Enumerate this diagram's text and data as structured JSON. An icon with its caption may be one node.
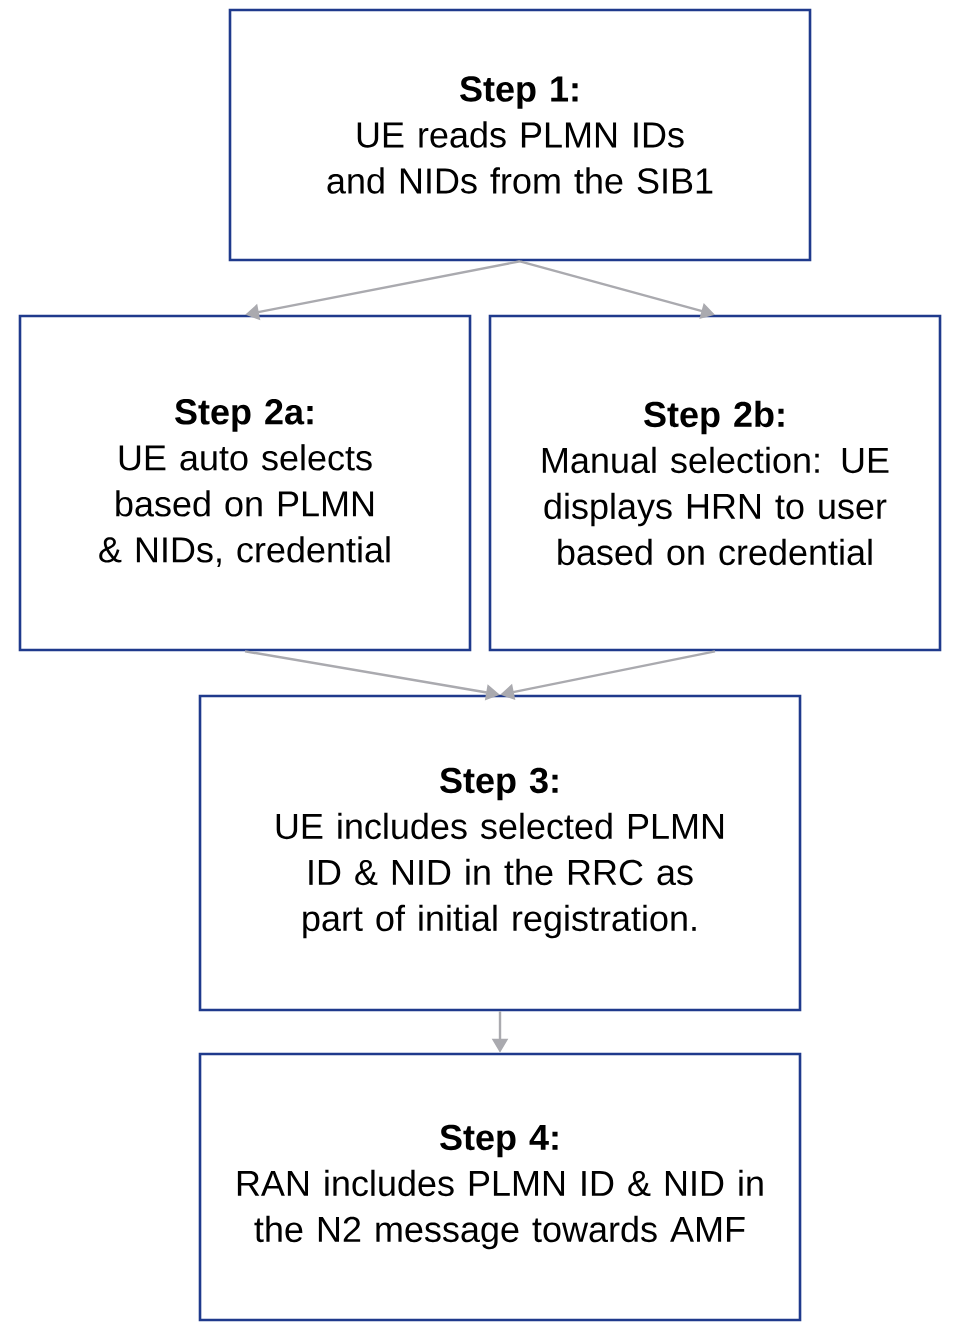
{
  "diagram": {
    "nodes": [
      {
        "text": [
          "Step 1:",
          "UE reads PLMN IDs and NIDs from the SIB1"
        ]
      },
      {
        "text": [
          "Step 2a:",
          "UE auto selects based on PLMN & NIDs, credential"
        ]
      },
      {
        "text": [
          "Step 2b:",
          "Manual selection: UE displays HRN to user based on credential"
        ]
      },
      {
        "text": [
          "Step 3:",
          "UE includes selected PLMN ID & NID in the RRC as part of initial registration."
        ]
      },
      {
        "text": [
          "Step 4:",
          "RAN includes PLMN ID & NID in the N2 message towards AMF"
        ]
      }
    ],
    "edges": [
      {
        "from": 0,
        "to": 1,
        "arrow": "to"
      },
      {
        "from": 0,
        "to": 2,
        "arrow": "to"
      },
      {
        "from": 1,
        "to": 3,
        "arrow": "to"
      },
      {
        "from": 2,
        "to": 3,
        "arrow": "to"
      },
      {
        "from": 3,
        "to": 4,
        "arrow": "to"
      }
    ]
  }
}
